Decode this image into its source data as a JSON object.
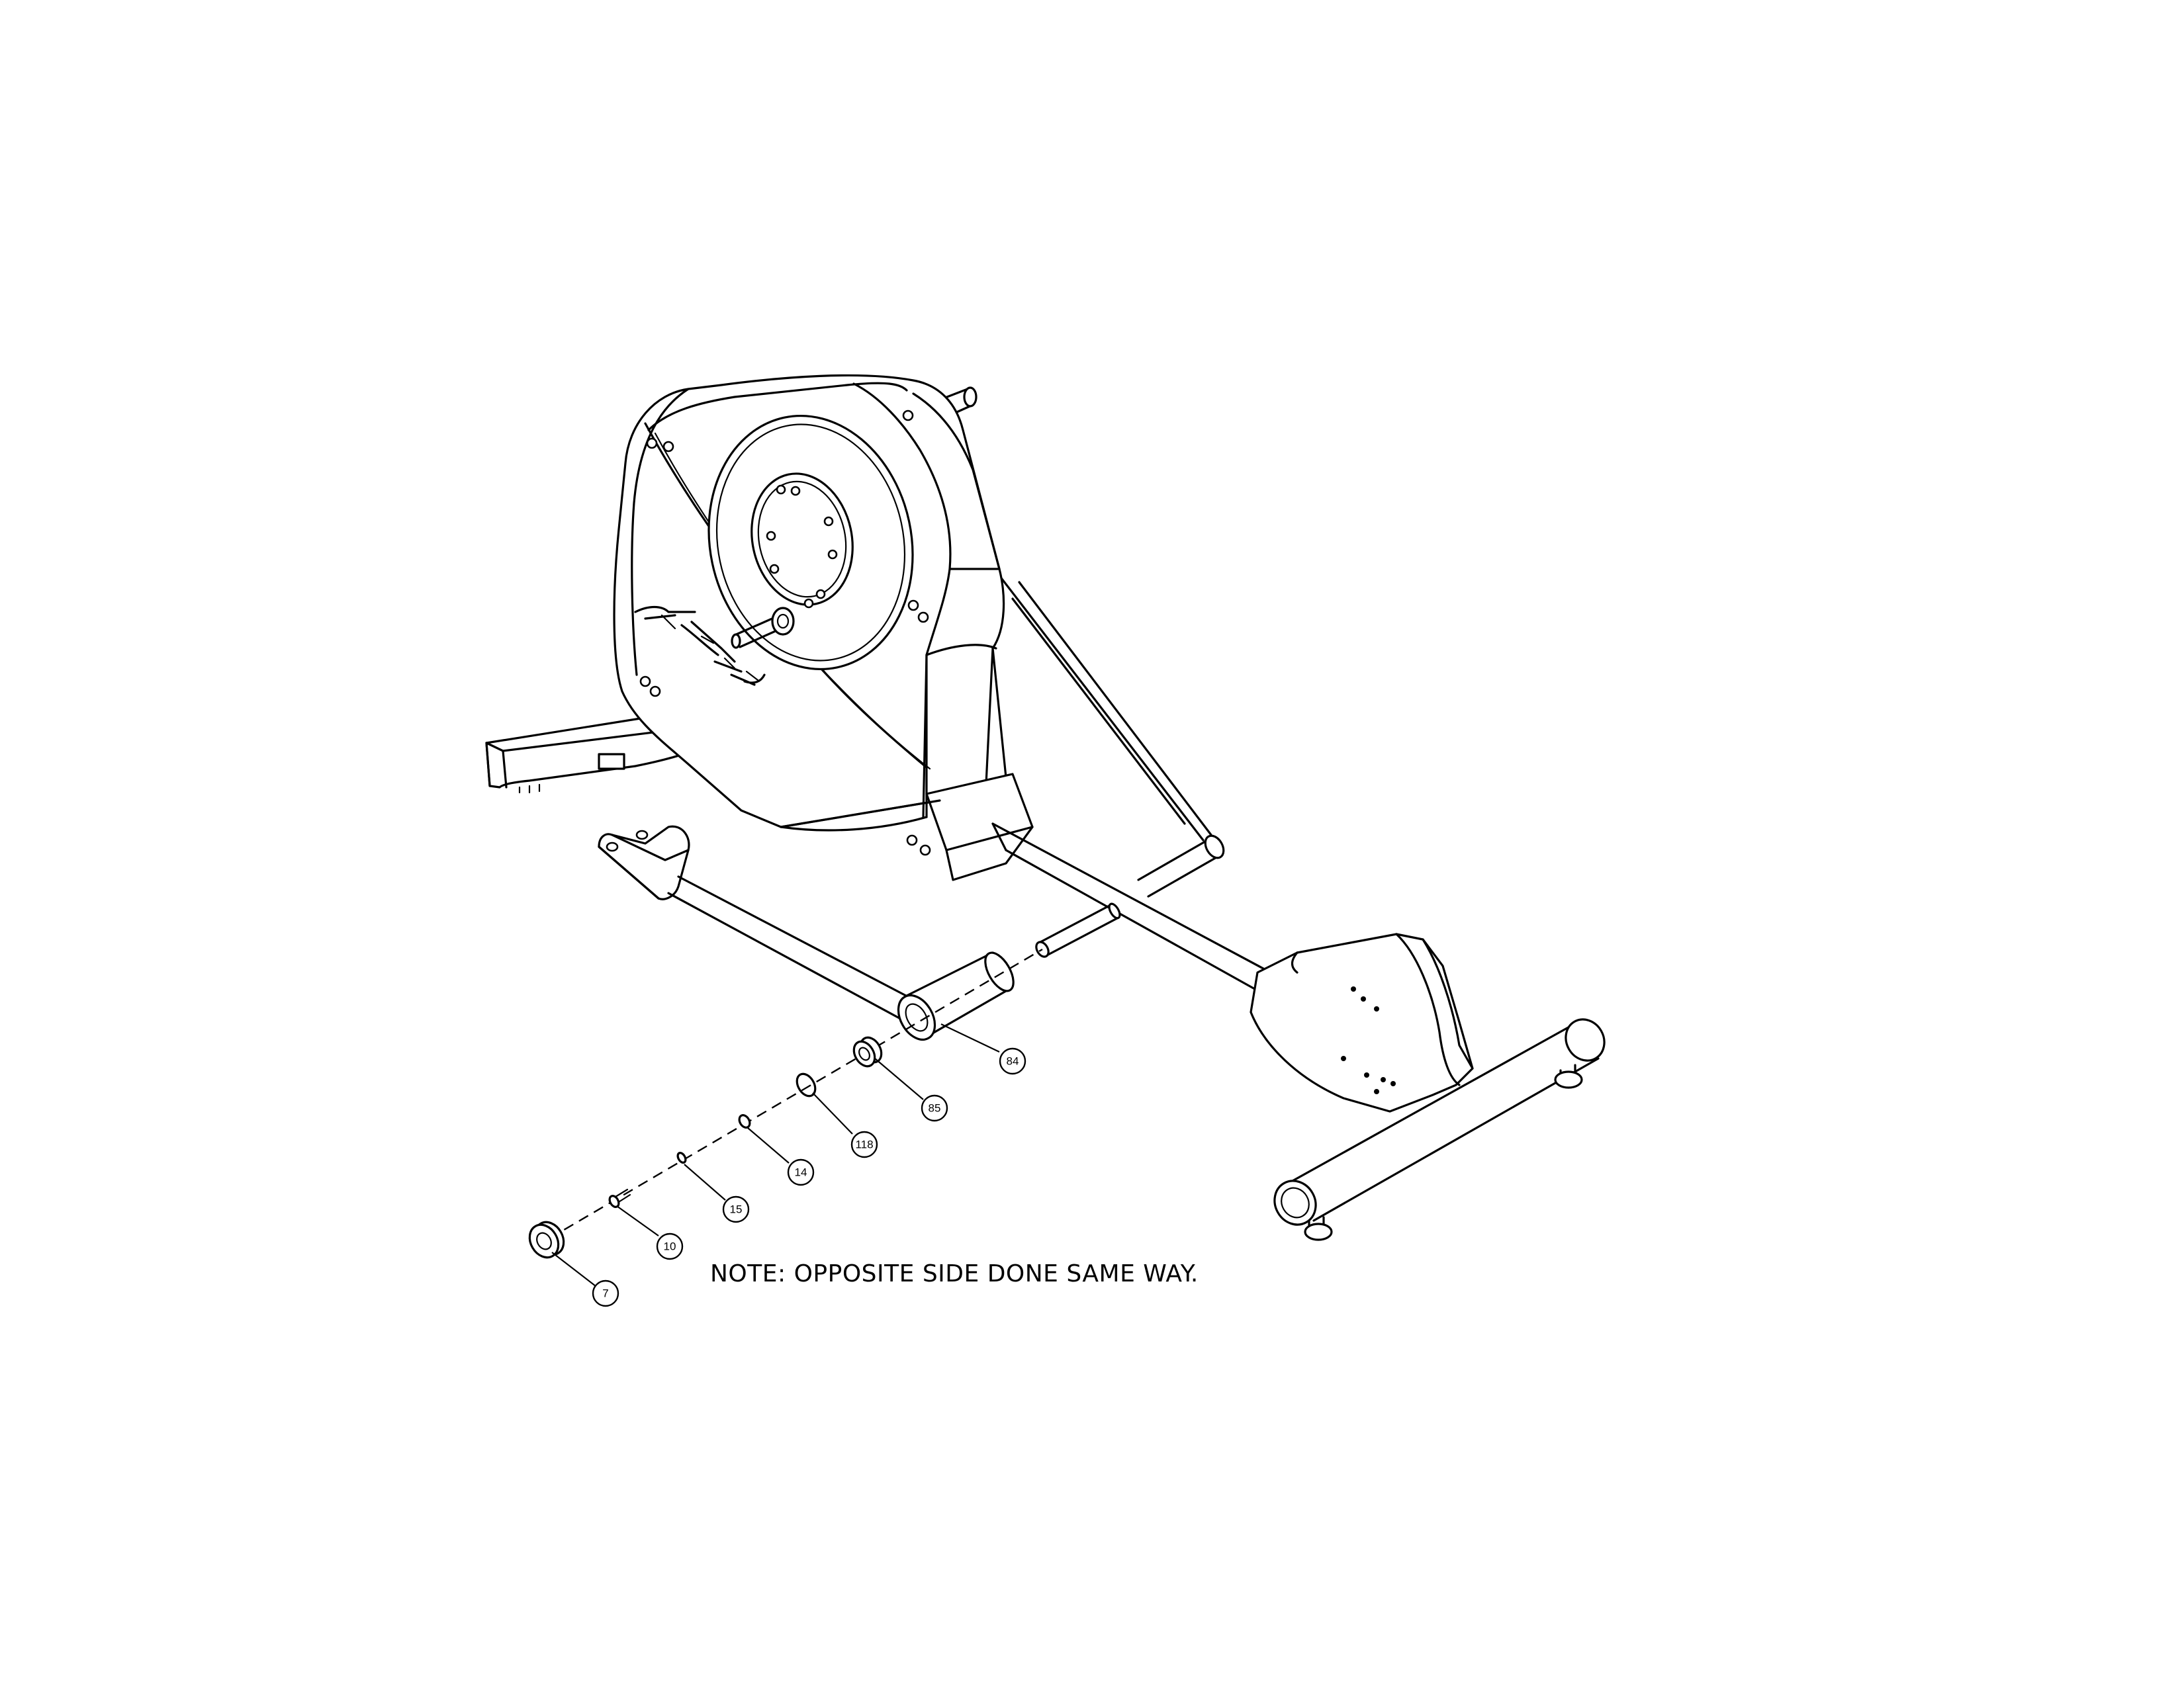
{
  "diagram": {
    "note": "NOTE:  OPPOSITE SIDE DONE SAME WAY.",
    "callouts": [
      {
        "id": "84",
        "label": "84"
      },
      {
        "id": "85",
        "label": "85"
      },
      {
        "id": "118",
        "label": "118"
      },
      {
        "id": "14",
        "label": "14"
      },
      {
        "id": "15",
        "label": "15"
      },
      {
        "id": "10",
        "label": "10"
      },
      {
        "id": "7",
        "label": "7"
      }
    ],
    "colors": {
      "line": "#000000",
      "background": "#ffffff"
    }
  }
}
